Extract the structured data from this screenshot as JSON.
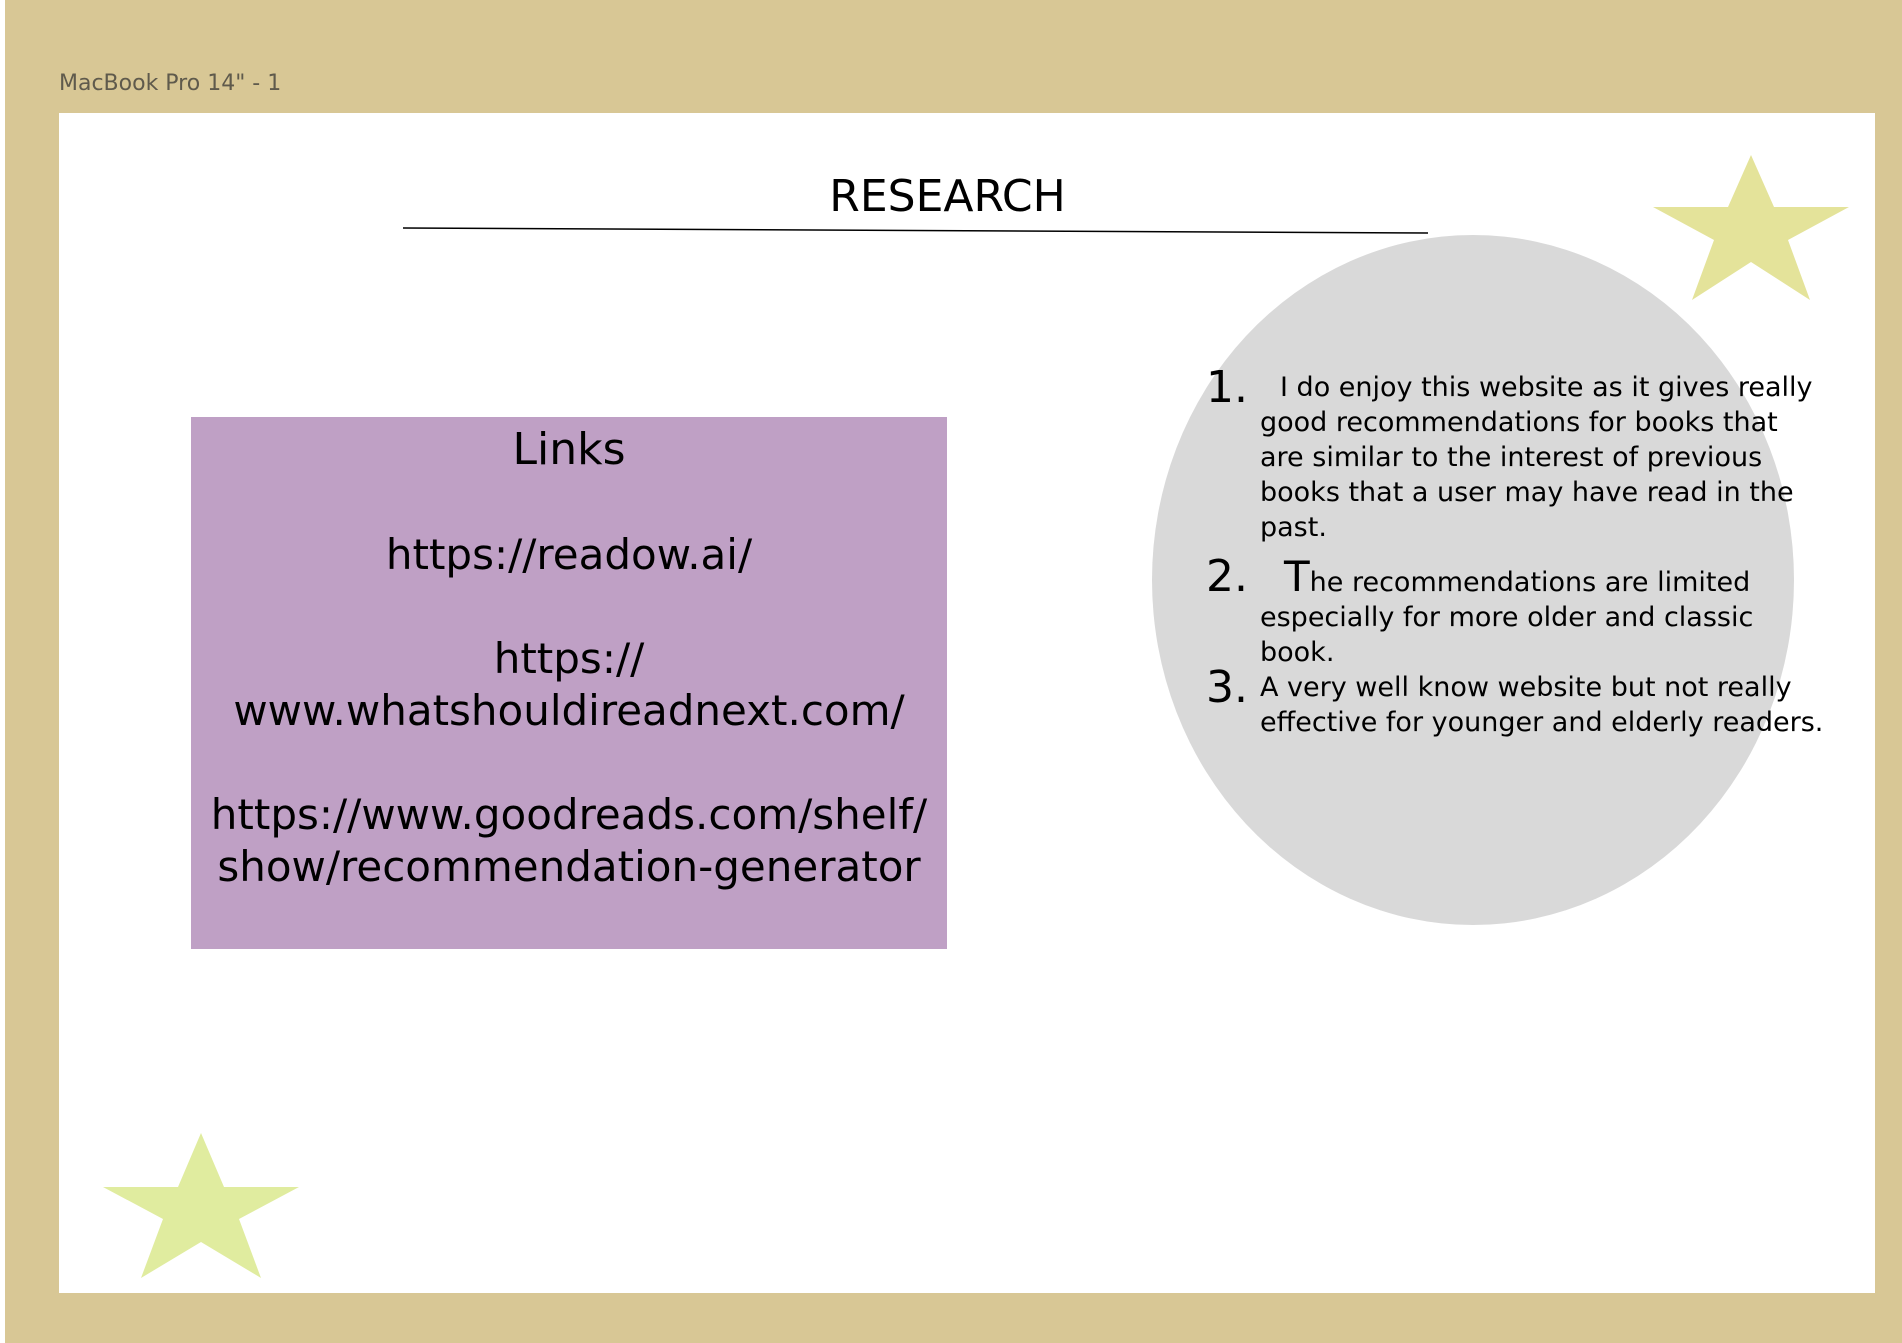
{
  "frame": {
    "label": "MacBook Pro 14\" - 1"
  },
  "page": {
    "title": "RESEARCH"
  },
  "links_panel": {
    "heading": "Links",
    "links": [
      "https://readow.ai/",
      "https://\nwww.whatshouldireadnext.com/",
      "https://www.goodreads.com/shelf/\nshow/recommendation-generator"
    ]
  },
  "notes": {
    "items": [
      {
        "number": "1.",
        "lead": "I",
        "text": " do enjoy this website as it gives really good recommendations for books that are similar to the interest of previous books that a user may have read in the past."
      },
      {
        "number": "2.",
        "lead": "T",
        "text": "he recommendations are limited especially for more older and classic book."
      },
      {
        "number": "3.",
        "lead": "",
        "text": "A very well know website but not really effective for younger and elderly readers."
      }
    ]
  },
  "colors": {
    "frame_background": "#d8c795",
    "canvas": "#ffffff",
    "links_panel": "#bfa0c5",
    "notes_ellipse": "#d9d9d9",
    "star_top": "#e4e39a",
    "star_bottom": "#e0ec9f"
  },
  "icons": {
    "top_star": "star-icon",
    "bottom_star": "star-icon"
  }
}
